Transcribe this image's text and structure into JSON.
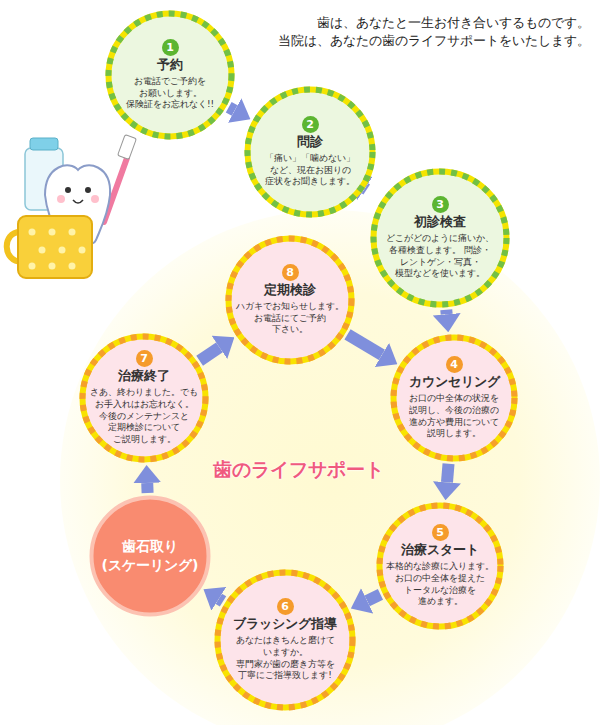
{
  "diagram": {
    "nodes": [
      {
        "text": [
          "1",
          "予約",
          "お電話でご予約を お願いします。 保険証をお忘れなく!!"
        ]
      },
      {
        "text": [
          "2",
          "問診",
          "「痛い」「噛めない」 など、現在お困りの 症状をお聞きします。"
        ]
      },
      {
        "text": [
          "3",
          "初診検査",
          "どこがどのように痛いか、 各種検査します。 問診・レントゲン・写真・ 模型などを使います。"
        ]
      },
      {
        "text": [
          "歯のライフサポート"
        ]
      },
      {
        "text": [
          "4",
          "カウンセリング",
          "お口の中全体の状況を 説明し、今後の治療の 進め方や費用について 説明します。"
        ],
        "in": 3
      },
      {
        "text": [
          "5",
          "治療スタート",
          "本格的な診療に入ります。 お口の中全体を捉えた トータルな治療を 進めます。"
        ],
        "in": 3
      },
      {
        "text": [
          "6",
          "ブラッシング指導",
          "あなたはきちんと磨けて いますか。 専門家が歯の磨き方等を 丁寧にご指導致します!"
        ],
        "in": 3
      },
      {
        "text": [
          "歯石取り (スケーリング)"
        ],
        "in": 3
      },
      {
        "text": [
          "7",
          "治療終了",
          "さあ、終わりました。でも お手入れはお忘れなく。 今後のメンテナンスと 定期検診について ご説明します。"
        ],
        "in": 3
      },
      {
        "text": [
          "8",
          "定期検診",
          "ハガキでお知らせします。 お電話にてご予約 下さい。"
        ],
        "in": 3
      }
    ],
    "edges": [
      {
        "from": 0,
        "to": 1,
        "arrow": "to"
      },
      {
        "from": 1,
        "to": 2,
        "arrow": "to"
      },
      {
        "from": 2,
        "to": 4,
        "arrow": "to"
      },
      {
        "from": 4,
        "to": 5,
        "arrow": "to"
      },
      {
        "from": 5,
        "to": 6,
        "arrow": "to"
      },
      {
        "from": 6,
        "to": 7,
        "arrow": "to"
      },
      {
        "from": 7,
        "to": 8,
        "arrow": "to"
      },
      {
        "from": 8,
        "to": 9,
        "arrow": "to"
      },
      {
        "from": 9,
        "to": 4,
        "arrow": "to"
      }
    ],
    "labels": [
      "歯は、あなたと一生お付き合いするものです。",
      "当院は、あなたの歯のライフサポートをいたします。"
    ]
  }
}
